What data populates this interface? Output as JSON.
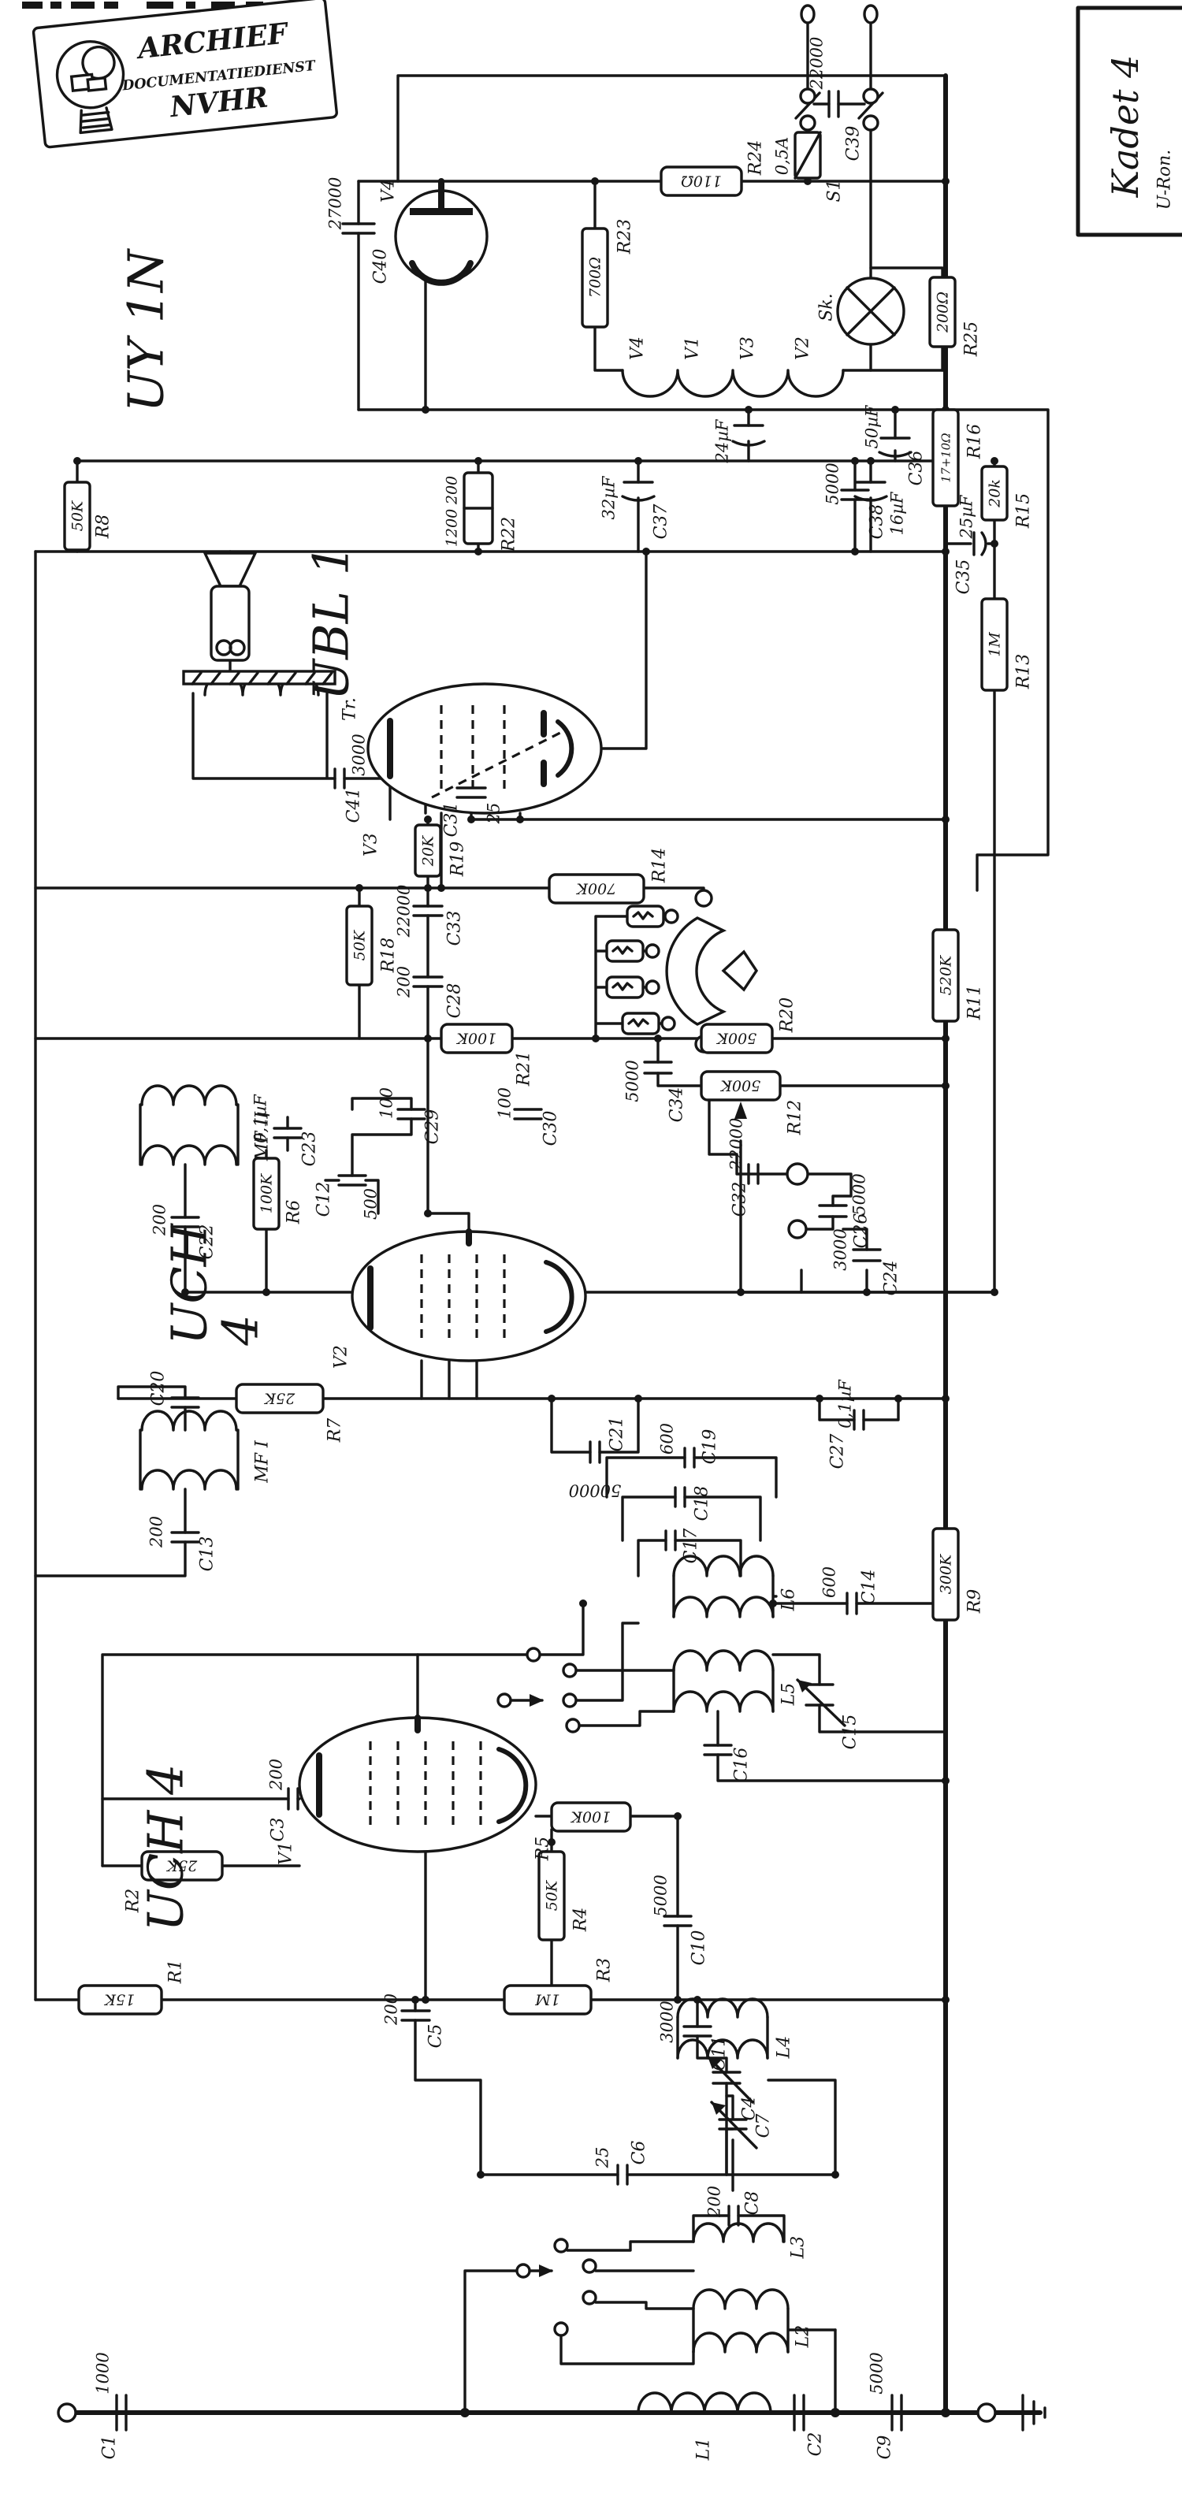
{
  "page": {
    "bg": "#ffffff",
    "ink": "#161616"
  },
  "stamp": {
    "line1": "ARCHIEF",
    "line2": "DOCUMENTATIEDIENST",
    "line3": "NVHR"
  },
  "title": {
    "name": "Kadet 4",
    "sub": "U-Ron."
  },
  "tubes": {
    "v1": "V1",
    "v2": "V2",
    "v3": "V3",
    "v4": "V4",
    "uy1n": "UY 1N",
    "ubl1": "UBL 1",
    "uch": "UCH",
    "uch_num": "4",
    "uch4": "UCH 4"
  },
  "heaters": {
    "h1": "V4",
    "h2": "V1",
    "h3": "V3",
    "h4": "V2"
  },
  "misc": {
    "mf1": "MF I",
    "mf2": "MF II",
    "tr": "Tr.",
    "lamp": "Sk.",
    "fuse": "S1",
    "fuse_value": "0,5A",
    "cap24": "24µF",
    "cap16": "16µF"
  },
  "coils": {
    "l1": "L1",
    "l2": "L2",
    "l3": "L3",
    "l4": "L4",
    "l5": "L5",
    "l6": "L6"
  },
  "r": {
    "r1": {
      "l": "R1",
      "v": "15K"
    },
    "r2": {
      "l": "R2",
      "v": "25K"
    },
    "r3": {
      "l": "R3",
      "v": "1M"
    },
    "r4": {
      "l": "R4",
      "v": "50K"
    },
    "r5": {
      "l": "R5",
      "v": "100K"
    },
    "r6": {
      "l": "R6",
      "v": "100K"
    },
    "r7": {
      "l": "R7",
      "v": "25K"
    },
    "r8": {
      "l": "R8",
      "v": "50K"
    },
    "r9": {
      "l": "R9",
      "v": "300K"
    },
    "r11": {
      "l": "R11",
      "v": "520K"
    },
    "r12": {
      "l": "R12",
      "v": "500K"
    },
    "r13": {
      "l": "R13",
      "v": "1M"
    },
    "r14": {
      "l": "R14",
      "v": "700K"
    },
    "r15": {
      "l": "R15",
      "v": "20k"
    },
    "r16": {
      "l": "R16",
      "v": "17+10Ω"
    },
    "r18": {
      "l": "R18",
      "v": "50K"
    },
    "r19": {
      "l": "R19",
      "v": "20K"
    },
    "r20": {
      "l": "R20",
      "v": "500K"
    },
    "r21": {
      "l": "R21",
      "v": "100K"
    },
    "r22": {
      "l": "R22",
      "va": "200",
      "vb": "1200"
    },
    "r23": {
      "l": "R23",
      "v": "700Ω"
    },
    "r24": {
      "l": "R24",
      "v": "110Ω"
    },
    "r25": {
      "l": "R25",
      "v": "200Ω"
    }
  },
  "c": {
    "c1": {
      "l": "C1",
      "v": "1000"
    },
    "c2": {
      "l": "C2",
      "v": ""
    },
    "c3": {
      "l": "C3",
      "v": "200"
    },
    "c4": {
      "l": "C4",
      "v": ""
    },
    "c5": {
      "l": "C5",
      "v": "200"
    },
    "c6": {
      "l": "C6",
      "v": "25"
    },
    "c7": {
      "l": "C7",
      "v": ""
    },
    "c8": {
      "l": "C8",
      "v": "200"
    },
    "c9": {
      "l": "C9",
      "v": "5000"
    },
    "c10": {
      "l": "C10",
      "v": "5000"
    },
    "c11": {
      "l": "C11",
      "v": "3000"
    },
    "c12": {
      "l": "C12",
      "v": "500"
    },
    "c13": {
      "l": "C13",
      "v": "200"
    },
    "c14": {
      "l": "C14",
      "v": "600"
    },
    "c15": {
      "l": "C15",
      "v": ""
    },
    "c16": {
      "l": "C16",
      "v": ""
    },
    "c17": {
      "l": "C17",
      "v": ""
    },
    "c18": {
      "l": "C18",
      "v": ""
    },
    "c19": {
      "l": "C19",
      "v": "600"
    },
    "c20": {
      "l": "C20",
      "v": ""
    },
    "c21": {
      "l": "C21",
      "v": "50000"
    },
    "c22": {
      "l": "C22",
      "v": "200"
    },
    "c23": {
      "l": "C23",
      "v": "0,1µF"
    },
    "c24": {
      "l": "C24",
      "v": "3000"
    },
    "c26": {
      "l": "C26",
      "v": "5000"
    },
    "c27": {
      "l": "C27",
      "v": "0,1µF"
    },
    "c28": {
      "l": "C28",
      "v": "200"
    },
    "c29": {
      "l": "C29",
      "v": "100"
    },
    "c30": {
      "l": "C30",
      "v": "100"
    },
    "c31": {
      "l": "C31",
      "v": "25"
    },
    "c32": {
      "l": "C32",
      "v": "22000"
    },
    "c33": {
      "l": "C33",
      "v": "22000"
    },
    "c34": {
      "l": "C34",
      "v": "5000"
    },
    "c35": {
      "l": "C35",
      "v": "25µF"
    },
    "c36": {
      "l": "C36",
      "v": "50µF"
    },
    "c37": {
      "l": "C37",
      "v": "32µF"
    },
    "c38": {
      "l": "C38",
      "v": "5000"
    },
    "c39": {
      "l": "C39",
      "v": "22000"
    },
    "c40": {
      "l": "C40",
      "v": "27000"
    },
    "c41": {
      "l": "C41",
      "v": "3000"
    }
  }
}
